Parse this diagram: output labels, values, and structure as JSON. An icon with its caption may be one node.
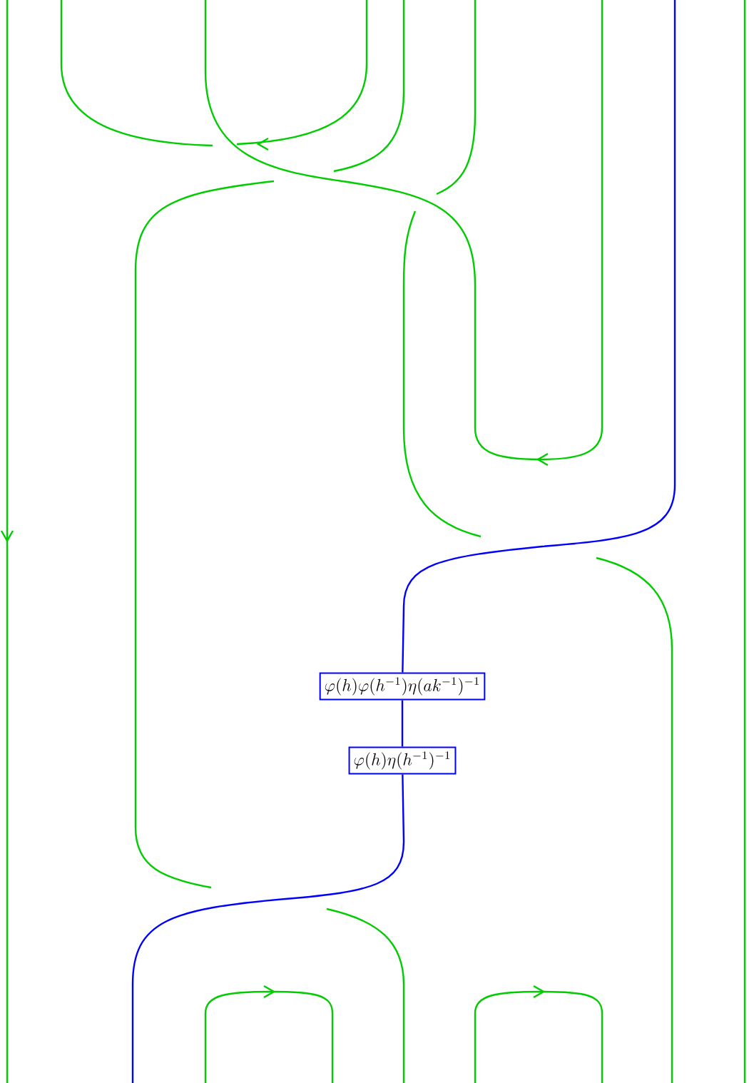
{
  "diagram": {
    "nodes": [
      {
        "text": [
          "\\varphi(h)\\varphi(h^{-1})\\eta(ak^{-1})^{-1}"
        ]
      },
      {
        "text": [
          "\\varphi(h)\\eta(h^{-1})^{-1}"
        ]
      }
    ],
    "edges": [
      {
        "from": null,
        "to": 0,
        "arrow": "none"
      },
      {
        "from": 0,
        "to": 1,
        "arrow": "none"
      },
      {
        "from": 1,
        "to": null,
        "arrow": "none"
      }
    ]
  }
}
